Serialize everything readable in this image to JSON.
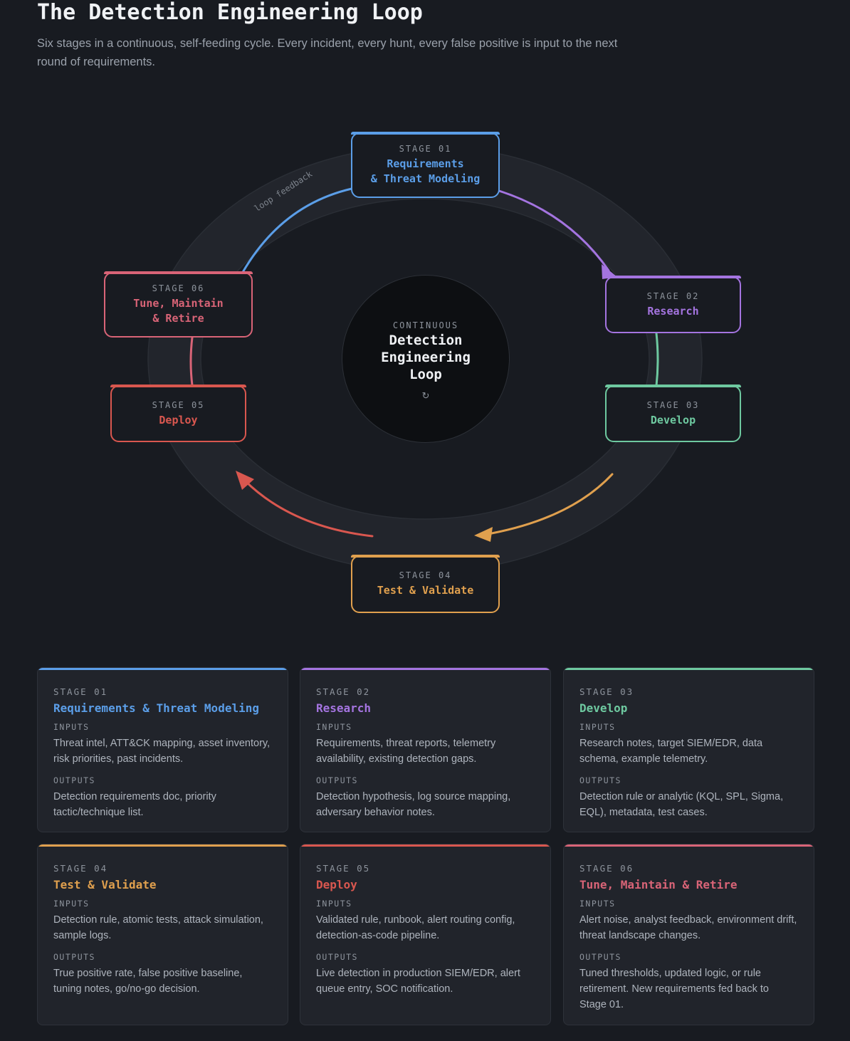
{
  "header": {
    "title": "The Detection Engineering Loop",
    "subtitle": "Six stages in a continuous, self-feeding cycle. Every incident, every hunt, every false positive is input to the next round of requirements."
  },
  "loop": {
    "feedback_label": "loop feedback",
    "center": {
      "label": "CONTINUOUS",
      "title": "Detection\nEngineering\nLoop",
      "icon": "↻",
      "icon_name": "cycle-icon"
    },
    "stages": [
      {
        "label": "STAGE 01",
        "title": "Requirements\n& Threat Modeling",
        "color": "#5b9ee8"
      },
      {
        "label": "STAGE 02",
        "title": "Research",
        "color": "#a474e0"
      },
      {
        "label": "STAGE 03",
        "title": "Develop",
        "color": "#6ec9a0"
      },
      {
        "label": "STAGE 04",
        "title": "Test & Validate",
        "color": "#e0a04e"
      },
      {
        "label": "STAGE 05",
        "title": "Deploy",
        "color": "#d9574f"
      },
      {
        "label": "STAGE 06",
        "title": "Tune, Maintain\n& Retire",
        "color": "#d96477"
      }
    ]
  },
  "cards": [
    {
      "stage": "STAGE 01",
      "name": "Requirements & Threat Modeling",
      "color": "#5b9ee8",
      "inputs_label": "INPUTS",
      "inputs": "Threat intel, ATT&CK mapping, asset inventory, risk priorities, past incidents.",
      "outputs_label": "OUTPUTS",
      "outputs": "Detection requirements doc, priority tactic/technique list."
    },
    {
      "stage": "STAGE 02",
      "name": "Research",
      "color": "#a474e0",
      "inputs_label": "INPUTS",
      "inputs": "Requirements, threat reports, telemetry availability, existing detection gaps.",
      "outputs_label": "OUTPUTS",
      "outputs": "Detection hypothesis, log source mapping, adversary behavior notes."
    },
    {
      "stage": "STAGE 03",
      "name": "Develop",
      "color": "#6ec9a0",
      "inputs_label": "INPUTS",
      "inputs": "Research notes, target SIEM/EDR, data schema, example telemetry.",
      "outputs_label": "OUTPUTS",
      "outputs": "Detection rule or analytic (KQL, SPL, Sigma, EQL), metadata, test cases."
    },
    {
      "stage": "STAGE 04",
      "name": "Test & Validate",
      "color": "#e0a04e",
      "inputs_label": "INPUTS",
      "inputs": "Detection rule, atomic tests, attack simulation, sample logs.",
      "outputs_label": "OUTPUTS",
      "outputs": "True positive rate, false positive baseline, tuning notes, go/no-go decision."
    },
    {
      "stage": "STAGE 05",
      "name": "Deploy",
      "color": "#d9574f",
      "inputs_label": "INPUTS",
      "inputs": "Validated rule, runbook, alert routing config, detection-as-code pipeline.",
      "outputs_label": "OUTPUTS",
      "outputs": "Live detection in production SIEM/EDR, alert queue entry, SOC notification."
    },
    {
      "stage": "STAGE 06",
      "name": "Tune, Maintain & Retire",
      "color": "#d96477",
      "inputs_label": "INPUTS",
      "inputs": "Alert noise, analyst feedback, environment drift, threat landscape changes.",
      "outputs_label": "OUTPUTS",
      "outputs": "Tuned thresholds, updated logic, or rule retirement. New requirements fed back to Stage 01."
    }
  ]
}
